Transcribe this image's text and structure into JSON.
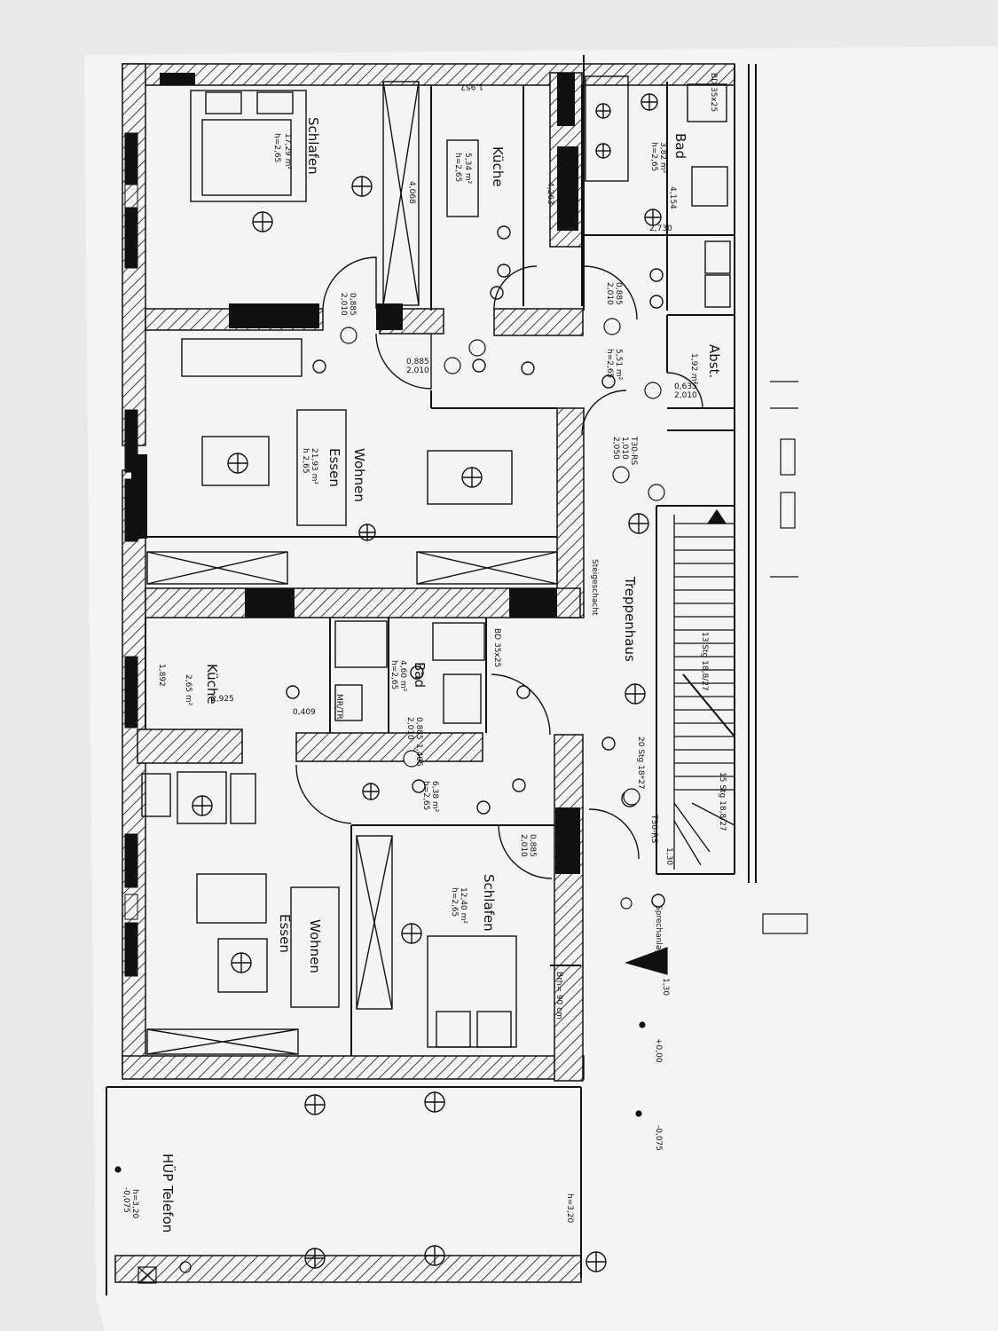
{
  "page": {
    "background": "#e9e9e9",
    "ink": "#111111",
    "paper": "#f4f4f4"
  },
  "rooms": {
    "schlafen_top": {
      "name": "Schlafen",
      "area": "17,29 m²",
      "height": "h=2,65"
    },
    "kueche_top": {
      "name": "Küche",
      "area": "5,34 m²",
      "height": "h=2,65"
    },
    "bad_top": {
      "name": "Bad",
      "area": "3,82 m²",
      "height": "h=2,65"
    },
    "wohnen_top": {
      "name_a": "Wohnen",
      "name_b": "Essen",
      "area": "21,93 m²",
      "height": "h 2,65"
    },
    "abst": {
      "name": "Abst.",
      "area": "1,92 m²"
    },
    "flur_top": {
      "area": "5,51 m²",
      "height": "h=2,65"
    },
    "treppenhaus": {
      "name": "Treppenhaus"
    },
    "steigeschacht": {
      "name": "Steigeschacht"
    },
    "kueche_bottom": {
      "name": "Küche",
      "area": "2,65 m²"
    },
    "bad_bottom": {
      "name": "Bad",
      "area": "4,60 m²",
      "height": "h=2,65"
    },
    "flur_bottom": {
      "area": "6,38 m²",
      "height": "h=2,65"
    },
    "schlafen_bottom": {
      "name": "Schlafen",
      "area": "12,40 m²",
      "height": "h=2,65"
    },
    "wohnen_bottom": {
      "name_a": "Wohnen",
      "name_b": "Essen"
    },
    "huep": {
      "name": "HÜP Telefon",
      "height": "h=3,20",
      "level": "-0,075"
    }
  },
  "windows": {
    "label": "Brh= 90 cm"
  },
  "dims": {
    "d1": "4,068",
    "d2": "1,957",
    "d3": "4,263",
    "d4": "4,154",
    "d5": "2,730",
    "d6": "0,885",
    "d7": "2,010",
    "d8": "0,635",
    "d9": "1,010",
    "d10": "2,050",
    "d11": "T30-RS",
    "d12": "2,925",
    "d13": "1,892",
    "d14": "0,409",
    "d15": "1,405",
    "d16": "1,30",
    "d17": "BD 35x25"
  },
  "stairs": {
    "run1": "13 Stg 18,8/27",
    "run2": "20 Stg 18*27",
    "run3": "15 Stg 18,8/27"
  },
  "levels": {
    "l1": "+0,00",
    "l2": "-0,075",
    "l3": "h=3,20"
  },
  "misc": {
    "sprechanlage": "Sprechanlage",
    "mr": "MR/TR"
  }
}
